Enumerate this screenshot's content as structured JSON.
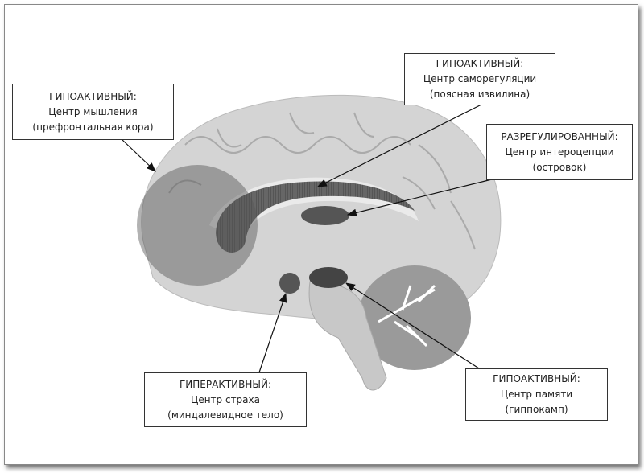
{
  "labels": {
    "prefrontal": {
      "state": "ГИПОАКТИВНЫЙ:",
      "center": "Центр мышления",
      "region": "(префронтальная кора)"
    },
    "cingulate": {
      "state": "ГИПОАКТИВНЫЙ:",
      "center": "Центр саморегуляции",
      "region": "(поясная извилина)"
    },
    "insula": {
      "state": "РАЗРЕГУЛИРОВАННЫЙ:",
      "center": "Центр интероцепции",
      "region": "(островок)"
    },
    "amygdala": {
      "state": "ГИПЕРАКТИВНЫЙ:",
      "center": "Центр страха",
      "region": "(миндалевидное тело)"
    },
    "hippocampus": {
      "state": "ГИПОАКТИВНЫЙ:",
      "center": "Центр памяти",
      "region": "(гиппокамп)"
    }
  }
}
